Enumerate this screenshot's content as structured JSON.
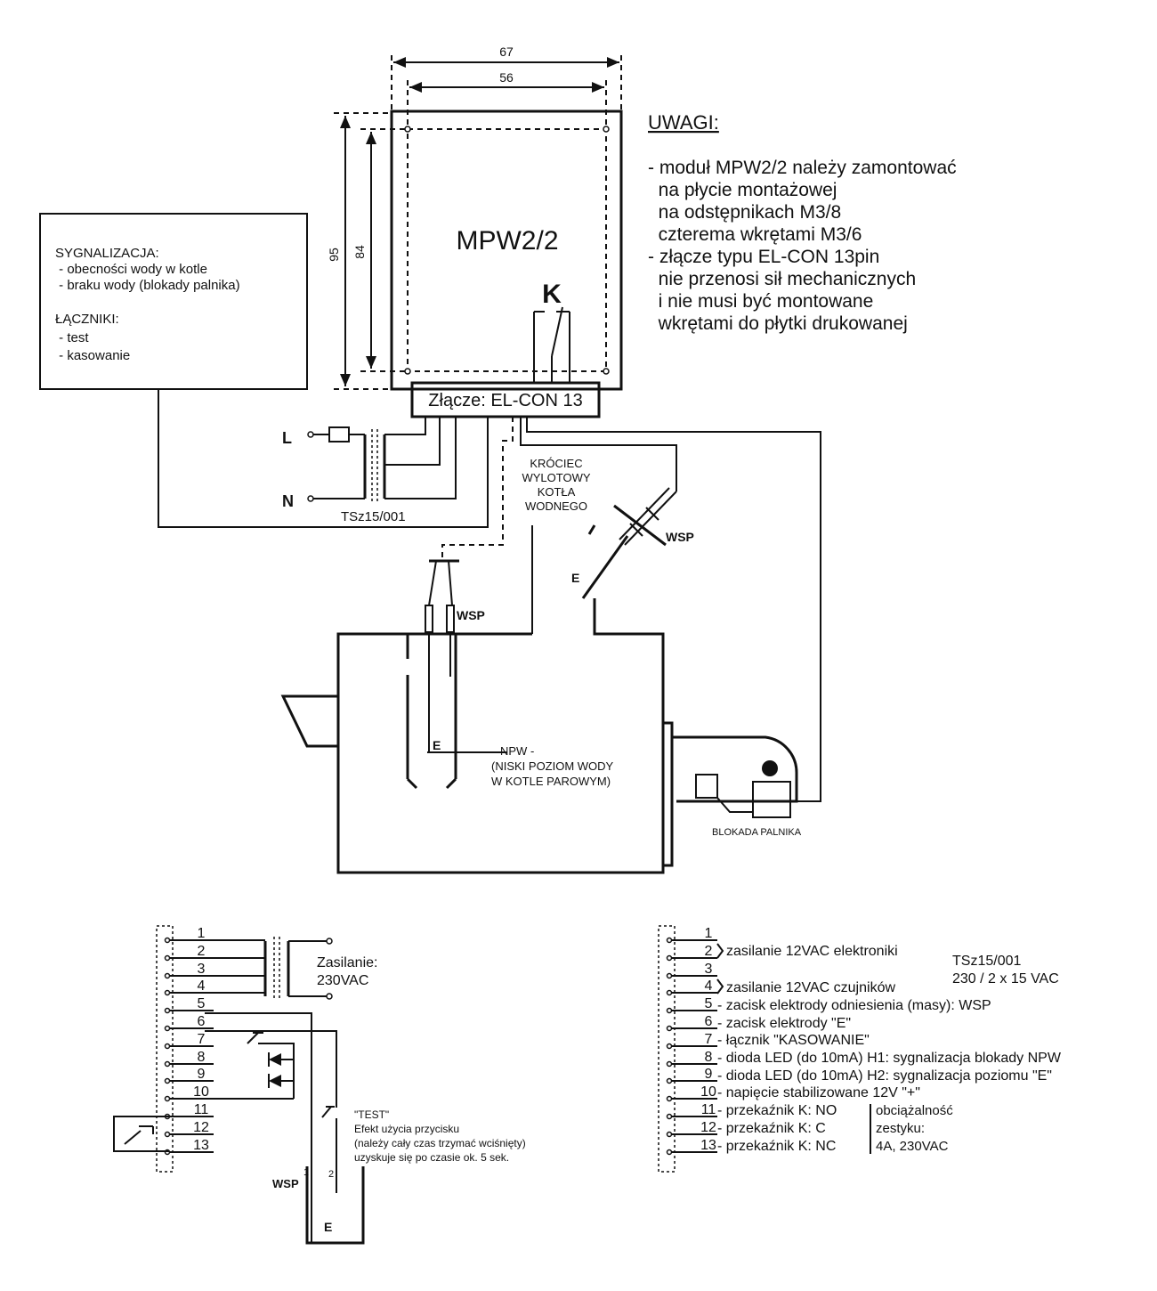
{
  "module": {
    "name": "MPW2/2",
    "relay_label": "K",
    "connector_label": "Złącze: EL-CON 13",
    "dim_outer_width": "67",
    "dim_inner_width": "56",
    "dim_outer_height": "95",
    "dim_inner_height": "84"
  },
  "notes": {
    "title": "UWAGI:",
    "lines": [
      "- moduł MPW2/2 należy zamontować",
      "  na płycie montażowej",
      "  na odstępnikach M3/8",
      "  czterema wkrętami M3/6",
      "- złącze typu EL-CON 13pin",
      "  nie przenosi sił mechanicznych",
      "  i nie musi być montowane",
      "  wkrętami do płytki drukowanej"
    ]
  },
  "signal_box": {
    "lines": [
      "SYGNALIZACJA:",
      " - obecności wody w kotle",
      " - braku wody (blokady palnika)",
      "",
      "ŁĄCZNIKI:",
      " - test",
      " - kasowanie"
    ]
  },
  "supply": {
    "l_label": "L",
    "n_label": "N",
    "transformer_label": "TSz15/001"
  },
  "boiler": {
    "outlet_lines": [
      "KRÓCIEC",
      "WYLOTOWY",
      "KOTŁA",
      "WODNEGO"
    ],
    "wsp_label_1": "WSP",
    "wsp_label_2": "WSP",
    "e_label_1": "E",
    "e_label_2": "E",
    "npw_lines": [
      "NPW -",
      "(NISKI POZIOM WODY",
      "W KOTLE PAROWYM)"
    ],
    "burner_lock_label": "BLOKADA PALNIKA"
  },
  "wiring": {
    "pins": [
      "1",
      "2",
      "3",
      "4",
      "5",
      "6",
      "7",
      "8",
      "9",
      "10",
      "11",
      "12",
      "13"
    ],
    "supply_lines": [
      "Zasilanie:",
      "230VAC"
    ],
    "test_lines": [
      "\"TEST\"",
      "Efekt użycia przycisku",
      "(należy cały czas trzymać wciśnięty)",
      "uzyskuje się po czasie ok. 5 sek."
    ],
    "wsp_label": "WSP",
    "num_1": "1",
    "num_2": "2",
    "e_label": "E"
  },
  "legend": {
    "pins": [
      "1",
      "2",
      "3",
      "4",
      "5",
      "6",
      "7",
      "8",
      "9",
      "10",
      "11",
      "12",
      "13"
    ],
    "desc_2": "zasilanie 12VAC elektroniki",
    "desc_4": "zasilanie 12VAC czujników",
    "desc_5": "- zacisk elektrody odniesienia (masy): WSP",
    "desc_6": "- zacisk elektrody \"E\"",
    "desc_7": "- łącznik \"KASOWANIE\"",
    "desc_8": "- dioda LED (do 10mA) H1: sygnalizacja blokady NPW",
    "desc_9": "- dioda LED (do 10mA) H2: sygnalizacja poziomu \"E\"",
    "desc_10": "- napięcie stabilizowane 12V \"+\"",
    "desc_11": "- przekaźnik K: NO",
    "desc_12": "- przekaźnik K: C",
    "desc_13": "- przekaźnik K: NC",
    "transformer_lines": [
      "TSz15/001",
      "230 / 2 x 15 VAC"
    ],
    "load_lines": [
      "obciążalność",
      "zestyku:",
      "4A, 230VAC"
    ]
  }
}
